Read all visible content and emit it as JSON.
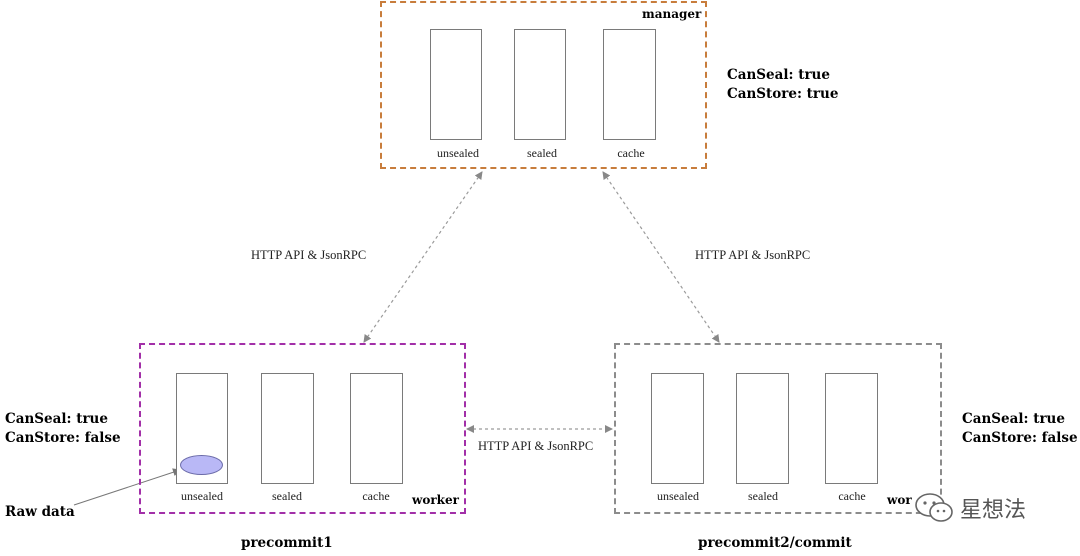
{
  "nodes": {
    "manager": {
      "name": "manager",
      "props": [
        "CanSeal: true",
        "CanStore: true"
      ],
      "storages": [
        "unsealed",
        "sealed",
        "cache"
      ],
      "border_color": "#c87d3c"
    },
    "worker1": {
      "name": "worker",
      "caption": "precommit1",
      "props": [
        "CanSeal: true",
        "CanStore: false"
      ],
      "storages": [
        "unsealed",
        "sealed",
        "cache"
      ],
      "border_color": "#a22fa8"
    },
    "worker2": {
      "name": "wor",
      "caption": "precommit2/commit",
      "props": [
        "CanSeal: true",
        "CanStore: false"
      ],
      "storages": [
        "unsealed",
        "sealed",
        "cache"
      ],
      "border_color": "#8c8c8c"
    }
  },
  "connections": {
    "left": "HTTP API & JsonRPC",
    "right": "HTTP API & JsonRPC",
    "bottom": "HTTP API & JsonRPC"
  },
  "raw_data": {
    "label": "Raw data",
    "fill_color": "#b9b8f6"
  },
  "watermark": {
    "text": "星想法",
    "icon": "wechat-icon"
  }
}
